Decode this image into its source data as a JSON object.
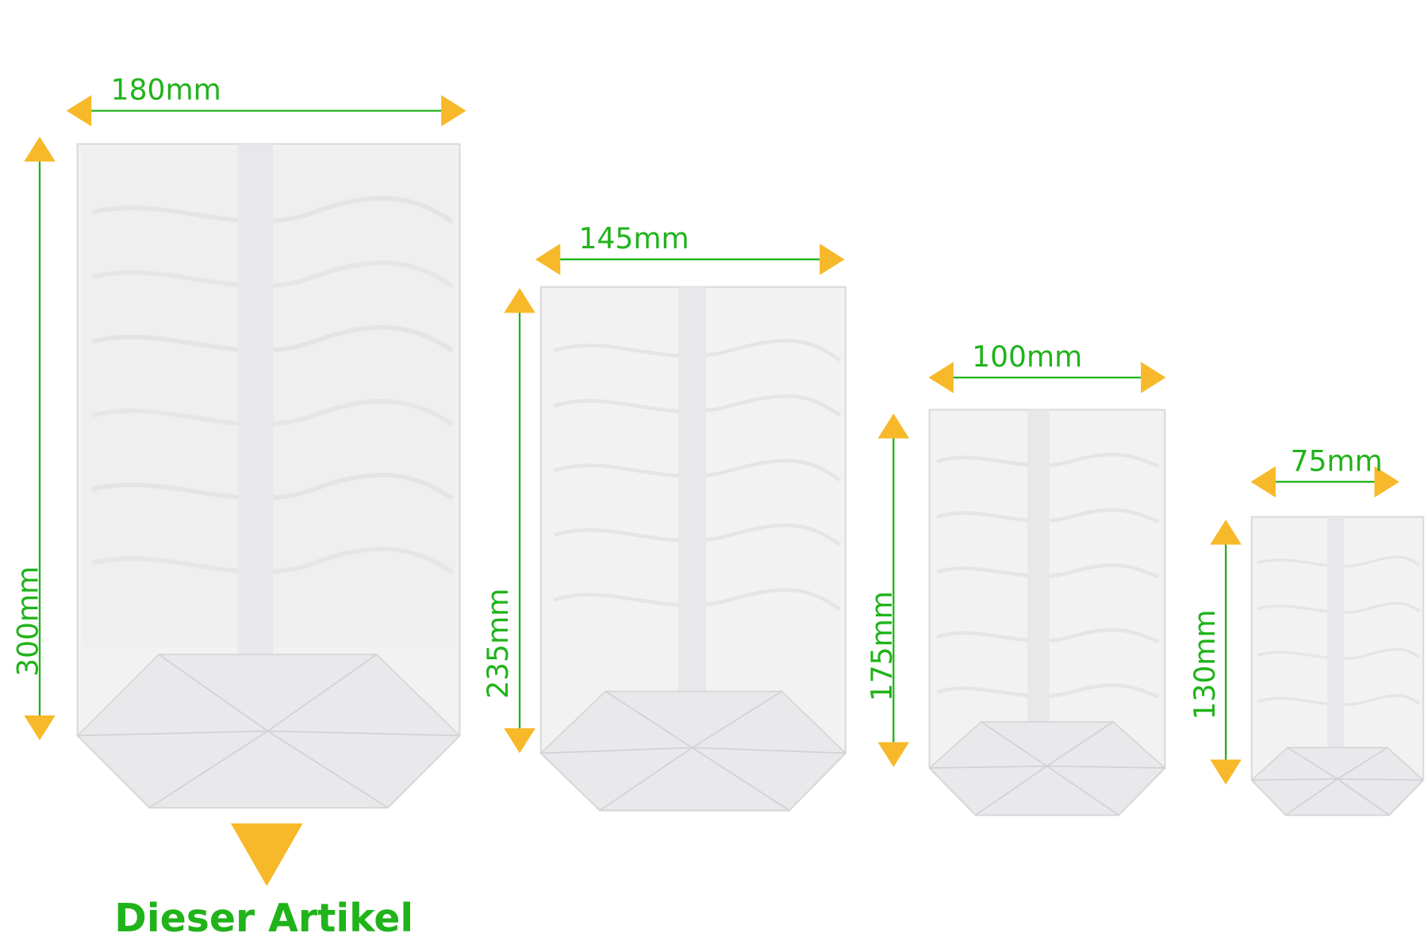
{
  "products": [
    {
      "id": "xl",
      "width_label": "180mm",
      "height_label": "300mm"
    },
    {
      "id": "l",
      "width_label": "145mm",
      "height_label": "235mm"
    },
    {
      "id": "m",
      "width_label": "100mm",
      "height_label": "175mm"
    },
    {
      "id": "s",
      "width_label": "75mm",
      "height_label": "130mm"
    }
  ],
  "marker": {
    "label": "Dieser Artikel"
  },
  "colors": {
    "arrow": "#f7b92a",
    "dimension_text": "#20b31a",
    "bag_fill": "#f3f3f4",
    "bag_edge": "#dcdcde"
  }
}
